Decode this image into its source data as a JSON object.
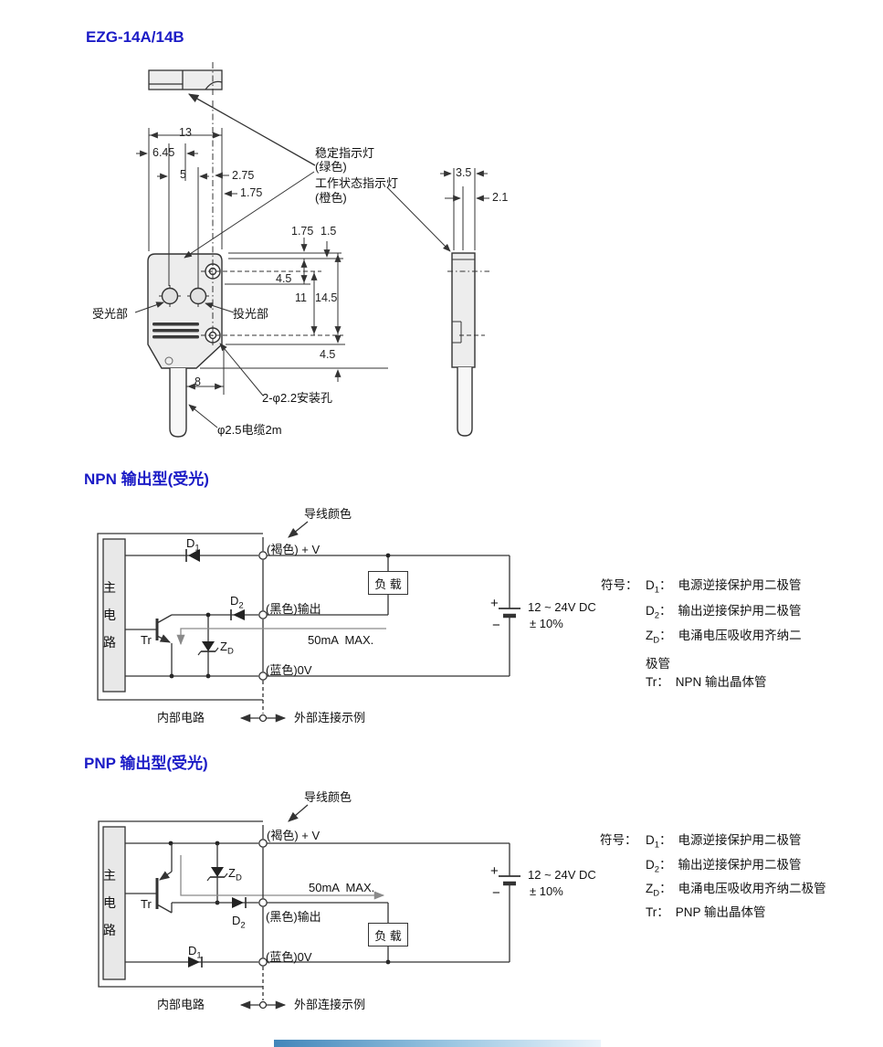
{
  "page": {
    "title": "EZG-14A/14B",
    "accent_color": "#1b1bc6",
    "footer_bar_colors": [
      "#4286ba",
      "#9cc7e2",
      "#eaf4fb"
    ]
  },
  "mechanical": {
    "dims": {
      "w13": "13",
      "w6_45": "6.45",
      "w5": "5",
      "w2_75": "2.75",
      "w1_75": "1.75",
      "top_offset_a": "1.75",
      "top_offset_b": "1.5",
      "h4_5_top": "4.5",
      "h11": "11",
      "h14_5": "14.5",
      "h4_5_bottom": "4.5",
      "d8": "8",
      "side3_5": "3.5",
      "side2_1": "2.1"
    },
    "labels": {
      "stable_led_line1": "稳定指示灯",
      "stable_led_line2": "(绿色)",
      "operation_led_line1": "工作状态指示灯",
      "operation_led_line2": "(橙色)",
      "receiver": "受光部",
      "emitter": "投光部",
      "mounting_holes": "2-φ2.2安装孔",
      "cable": "φ2.5电缆2m"
    }
  },
  "npn": {
    "heading": "NPN 输出型(受光)",
    "circuit": {
      "wire_color_label": "导线颜色",
      "main_circuit": "主电路",
      "terminal_brown": "(褐色) + V",
      "terminal_black": "(黑色)输出",
      "terminal_blue": "(蓝色)0V",
      "load": "负 载",
      "current_max": "50mA  MAX.",
      "supply_voltage": "12 ~ 24V DC",
      "supply_tolerance": "± 10%",
      "plus": "+",
      "minus": "−",
      "internal_label": "内部电路",
      "external_label": "外部连接示例",
      "components": {
        "d1": {
          "pre": "D",
          "sub": "1"
        },
        "d2": {
          "pre": "D",
          "sub": "2"
        },
        "zd": {
          "pre": "Z",
          "sub": "D"
        },
        "tr": "Tr"
      }
    },
    "notes": {
      "heading": "符号：",
      "items": [
        {
          "pre": "D",
          "sub": "1",
          "sep": "：",
          "desc": "电源逆接保护用二极管"
        },
        {
          "pre": "D",
          "sub": "2",
          "sep": "：",
          "desc": "输出逆接保护用二极管"
        },
        {
          "pre": "Z",
          "sub": "D",
          "sep": "：",
          "desc": "电涌电压吸收用齐纳二\n极管"
        },
        {
          "pre": "Tr",
          "sub": "",
          "sep": "：",
          "desc": "NPN 输出晶体管"
        }
      ]
    }
  },
  "pnp": {
    "heading": "PNP 输出型(受光)",
    "circuit": {
      "wire_color_label": "导线颜色",
      "main_circuit": "主电路",
      "terminal_brown": "(褐色) + V",
      "terminal_black": "(黑色)输出",
      "terminal_blue": "(蓝色)0V",
      "load": "负 载",
      "current_max": "50mA  MAX.",
      "supply_voltage": "12 ~ 24V DC",
      "supply_tolerance": "± 10%",
      "plus": "+",
      "minus": "−",
      "internal_label": "内部电路",
      "external_label": "外部连接示例",
      "components": {
        "d1": {
          "pre": "D",
          "sub": "1"
        },
        "d2": {
          "pre": "D",
          "sub": "2"
        },
        "zd": {
          "pre": "Z",
          "sub": "D"
        },
        "tr": "Tr"
      }
    },
    "notes": {
      "heading": "符号：",
      "items": [
        {
          "pre": "D",
          "sub": "1",
          "sep": "：",
          "desc": "电源逆接保护用二极管"
        },
        {
          "pre": "D",
          "sub": "2",
          "sep": "：",
          "desc": "输出逆接保护用二极管"
        },
        {
          "pre": "Z",
          "sub": "D",
          "sep": "：",
          "desc": "电涌电压吸收用齐纳二极管"
        },
        {
          "pre": "Tr",
          "sub": "",
          "sep": "：",
          "desc": "PNP 输出晶体管"
        }
      ]
    }
  }
}
